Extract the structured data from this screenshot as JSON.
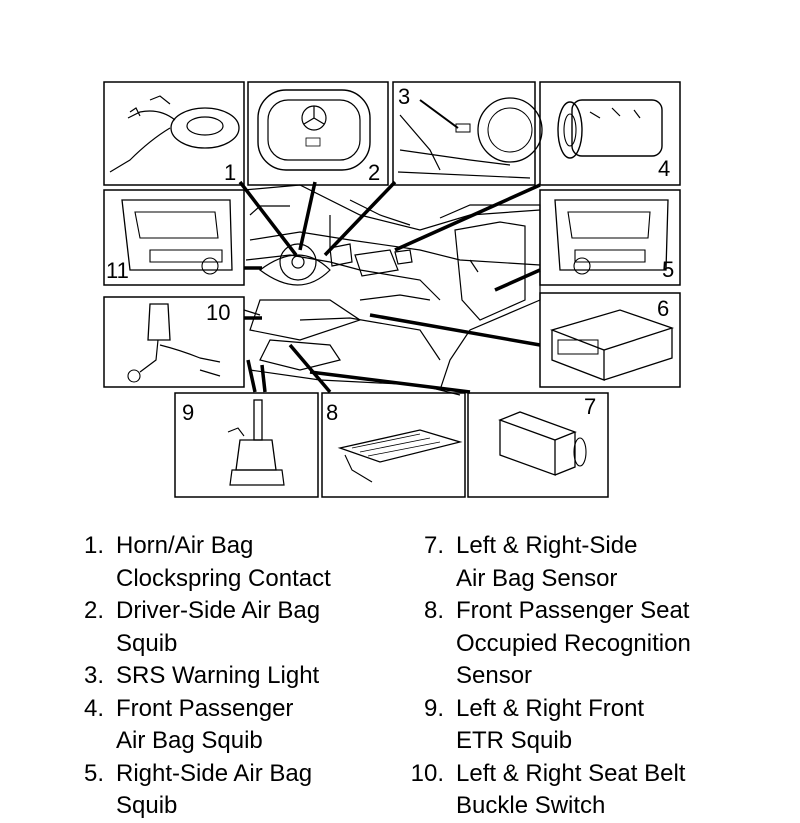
{
  "callouts": [
    "1",
    "2",
    "3",
    "4",
    "5",
    "6",
    "7",
    "8",
    "9",
    "10",
    "11"
  ],
  "legend": {
    "left": [
      {
        "num": "1.",
        "lines": [
          "Horn/Air Bag",
          "Clockspring Contact"
        ]
      },
      {
        "num": "2.",
        "lines": [
          "Driver-Side Air Bag",
          "Squib"
        ]
      },
      {
        "num": "3.",
        "lines": [
          "SRS Warning Light"
        ]
      },
      {
        "num": "4.",
        "lines": [
          "Front Passenger",
          "Air Bag Squib"
        ]
      },
      {
        "num": "5.",
        "lines": [
          "Right-Side Air Bag",
          "Squib"
        ]
      }
    ],
    "right": [
      {
        "num": "7.",
        "lines": [
          "Left & Right-Side",
          "Air Bag Sensor"
        ]
      },
      {
        "num": "8.",
        "lines": [
          "Front Passenger Seat",
          "Occupied Recognition",
          "Sensor"
        ]
      },
      {
        "num": "9.",
        "lines": [
          "Left & Right Front",
          "ETR Squib"
        ]
      },
      {
        "num": "10.",
        "lines": [
          "Left & Right Seat Belt",
          "Buckle Switch"
        ]
      }
    ]
  }
}
